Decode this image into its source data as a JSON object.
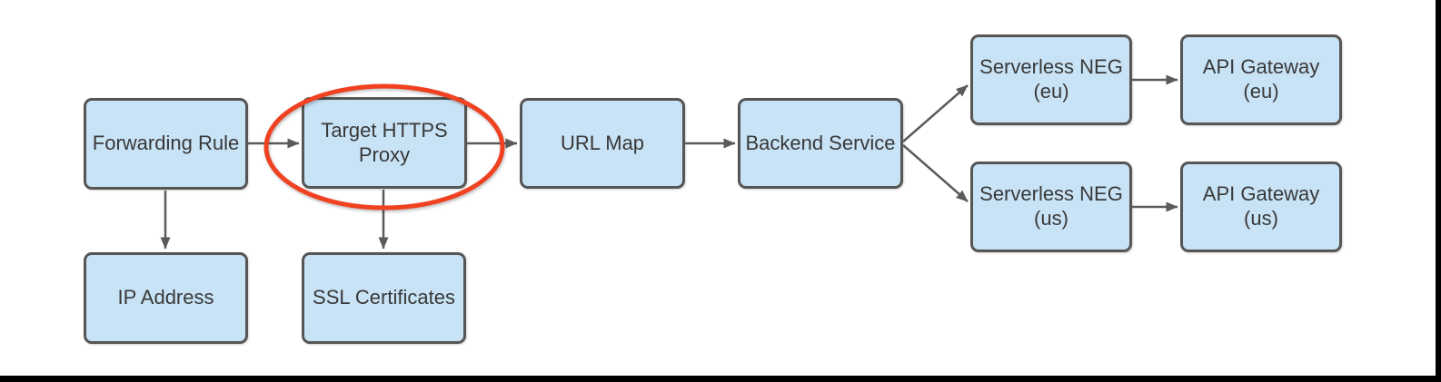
{
  "diagram": {
    "nodes": [
      {
        "id": "forwarding-rule",
        "label": "Forwarding Rule"
      },
      {
        "id": "target-https-proxy",
        "label": "Target HTTPS\nProxy",
        "highlighted": true
      },
      {
        "id": "url-map",
        "label": "URL Map"
      },
      {
        "id": "backend-service",
        "label": "Backend Service"
      },
      {
        "id": "serverless-neg-eu",
        "label": "Serverless NEG\n(eu)"
      },
      {
        "id": "api-gateway-eu",
        "label": "API Gateway\n(eu)"
      },
      {
        "id": "serverless-neg-us",
        "label": "Serverless NEG\n(us)"
      },
      {
        "id": "api-gateway-us",
        "label": "API Gateway\n(us)"
      },
      {
        "id": "ip-address",
        "label": "IP Address"
      },
      {
        "id": "ssl-certificates",
        "label": "SSL Certificates"
      }
    ],
    "edges": [
      {
        "from": "forwarding-rule",
        "to": "target-https-proxy"
      },
      {
        "from": "target-https-proxy",
        "to": "url-map"
      },
      {
        "from": "url-map",
        "to": "backend-service"
      },
      {
        "from": "backend-service",
        "to": "serverless-neg-eu"
      },
      {
        "from": "backend-service",
        "to": "serverless-neg-us"
      },
      {
        "from": "serverless-neg-eu",
        "to": "api-gateway-eu"
      },
      {
        "from": "serverless-neg-us",
        "to": "api-gateway-us"
      },
      {
        "from": "forwarding-rule",
        "to": "ip-address"
      },
      {
        "from": "target-https-proxy",
        "to": "ssl-certificates"
      }
    ],
    "annotations": [
      {
        "type": "ellipse",
        "around": "target-https-proxy",
        "color": "#f04121"
      }
    ],
    "colors": {
      "node_fill": "#c9e3f6",
      "node_border": "#565656",
      "connector": "#5b5b5b",
      "highlight_ellipse": "#f04121",
      "page_edge": "#000000",
      "background": "#ffffff",
      "text": "#383838"
    }
  }
}
